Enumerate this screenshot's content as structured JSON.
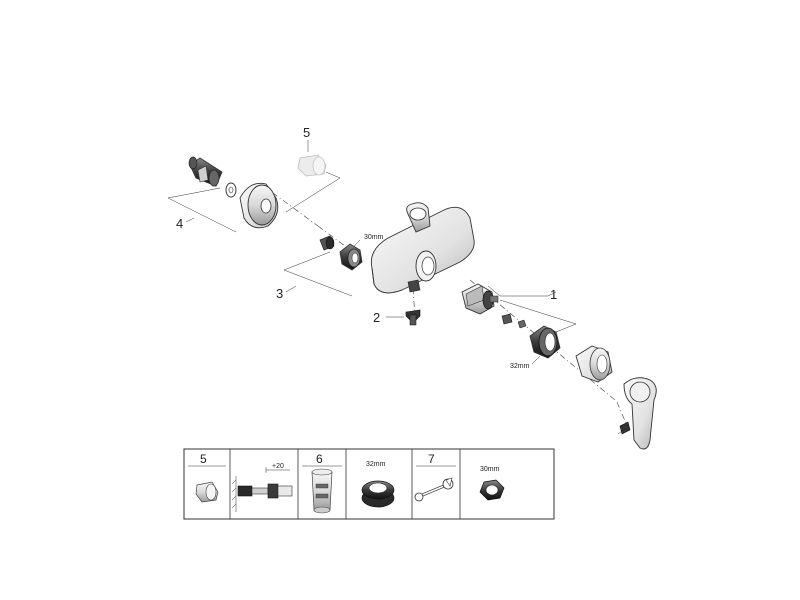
{
  "callouts": {
    "c1": "1",
    "c2": "2",
    "c3": "3",
    "c4": "4",
    "c5": "5"
  },
  "dimensions": {
    "nut_size": "30mm",
    "ring_size": "32mm"
  },
  "spare_table": {
    "cells": [
      {
        "label": "5"
      },
      {
        "label": "",
        "dimension": "+20"
      },
      {
        "label": "6"
      },
      {
        "label": "",
        "dimension": "32mm"
      },
      {
        "label": "7"
      },
      {
        "label": "",
        "dimension": "30mm"
      }
    ]
  },
  "colors": {
    "line": "#333333",
    "dark_part": "#2a2a2a",
    "mid_part": "#8a8a8a",
    "light_part": "#e6e6e6",
    "ghost_part": "#d6d6d6"
  },
  "icons": [
    "union-connector-icon",
    "wall-rosette-icon",
    "nut-icon",
    "mixer-body-icon",
    "cartridge-icon",
    "lever-handle-icon",
    "spanner-icon",
    "extension-icon"
  ]
}
